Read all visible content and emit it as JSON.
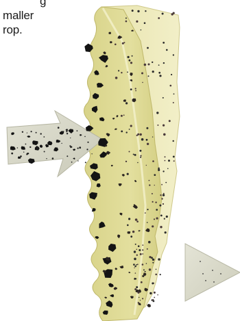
{
  "caption": {
    "line1": "g",
    "line2": "maller",
    "line3": "rop."
  },
  "colors": {
    "filter_layer": "#ddd98f",
    "filter_layer_light": "#ebe7b0",
    "filter_edge": "#c4be6e",
    "particle": "#141414",
    "outflow_arrow": "#d6d6c4"
  },
  "icons": {
    "inflow_arrow": "dirty-inflow-arrow",
    "outflow_arrow": "clean-outflow-arrow"
  }
}
